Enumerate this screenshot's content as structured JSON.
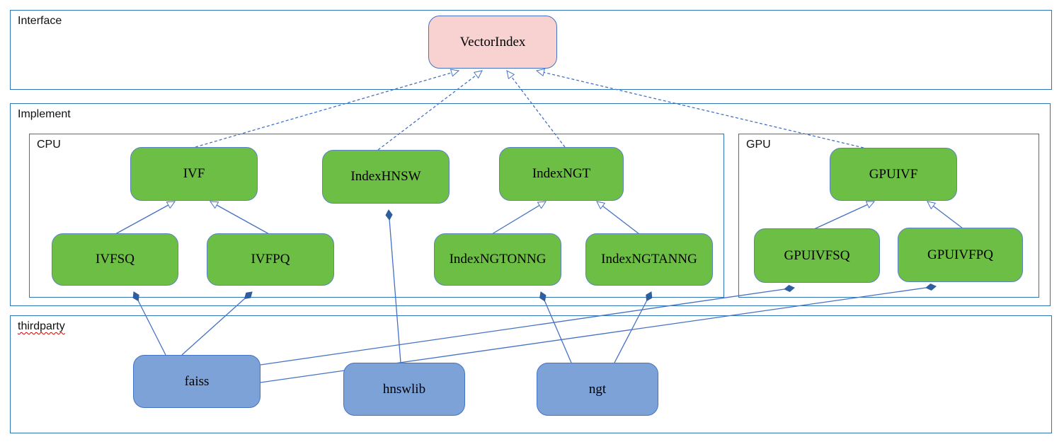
{
  "diagram": {
    "containers": {
      "interface": {
        "label": "Interface"
      },
      "implement": {
        "label": "Implement"
      },
      "cpu": {
        "label": "CPU"
      },
      "gpu": {
        "label": "GPU"
      },
      "thirdparty": {
        "label": "thirdparty",
        "spellcheck_underline": true
      }
    },
    "nodes": {
      "vectorindex": {
        "label": "VectorIndex",
        "kind": "interface",
        "fill": "#f8d2d0"
      },
      "ivf": {
        "label": "IVF",
        "kind": "class",
        "fill": "#6cbe45"
      },
      "indexhnsw": {
        "label": "IndexHNSW",
        "kind": "class",
        "fill": "#6cbe45"
      },
      "indexngt": {
        "label": "IndexNGT",
        "kind": "class",
        "fill": "#6cbe45"
      },
      "gpuivf": {
        "label": "GPUIVF",
        "kind": "class",
        "fill": "#6cbe45"
      },
      "ivfsq": {
        "label": "IVFSQ",
        "kind": "class",
        "fill": "#6cbe45"
      },
      "ivfpq": {
        "label": "IVFPQ",
        "kind": "class",
        "fill": "#6cbe45"
      },
      "indexngtonng": {
        "label": "IndexNGTONNG",
        "kind": "class",
        "fill": "#6cbe45"
      },
      "indexngtanng": {
        "label": "IndexNGTANNG",
        "kind": "class",
        "fill": "#6cbe45"
      },
      "gpuivfsq": {
        "label": "GPUIVFSQ",
        "kind": "class",
        "fill": "#6cbe45"
      },
      "gpuivfpq": {
        "label": "GPUIVFPQ",
        "kind": "class",
        "fill": "#6cbe45"
      },
      "faiss": {
        "label": "faiss",
        "kind": "thirdparty",
        "fill": "#7ca2d7"
      },
      "hnswlib": {
        "label": "hnswlib",
        "kind": "thirdparty",
        "fill": "#7ca2d7"
      },
      "ngt": {
        "label": "ngt",
        "kind": "thirdparty",
        "fill": "#7ca2d7"
      }
    },
    "edges": [
      {
        "from": "IVF",
        "to": "VectorIndex",
        "type": "realization"
      },
      {
        "from": "IndexHNSW",
        "to": "VectorIndex",
        "type": "realization"
      },
      {
        "from": "IndexNGT",
        "to": "VectorIndex",
        "type": "realization"
      },
      {
        "from": "GPUIVF",
        "to": "VectorIndex",
        "type": "realization"
      },
      {
        "from": "IVFSQ",
        "to": "IVF",
        "type": "generalization"
      },
      {
        "from": "IVFPQ",
        "to": "IVF",
        "type": "generalization"
      },
      {
        "from": "IndexNGTONNG",
        "to": "IndexNGT",
        "type": "generalization"
      },
      {
        "from": "IndexNGTANNG",
        "to": "IndexNGT",
        "type": "generalization"
      },
      {
        "from": "GPUIVFSQ",
        "to": "GPUIVF",
        "type": "generalization"
      },
      {
        "from": "GPUIVFPQ",
        "to": "GPUIVF",
        "type": "generalization"
      },
      {
        "from": "faiss",
        "to": "IVFSQ",
        "type": "composition"
      },
      {
        "from": "faiss",
        "to": "IVFPQ",
        "type": "composition"
      },
      {
        "from": "hnswlib",
        "to": "IndexHNSW",
        "type": "composition"
      },
      {
        "from": "ngt",
        "to": "IndexNGTONNG",
        "type": "composition"
      },
      {
        "from": "ngt",
        "to": "IndexNGTANNG",
        "type": "composition"
      },
      {
        "from": "faiss",
        "to": "GPUIVFSQ",
        "type": "composition"
      },
      {
        "from": "faiss",
        "to": "GPUIVFPQ",
        "type": "composition"
      }
    ],
    "colors": {
      "container_border": "#2e75b6",
      "edge_line": "#4472c4",
      "composition_diamond": "#2f5e9e",
      "class_fill": "#6cbe45",
      "thirdparty_fill": "#7ca2d7",
      "interface_fill": "#f8d2d0",
      "spellcheck_squiggle": "#cc0000"
    }
  }
}
